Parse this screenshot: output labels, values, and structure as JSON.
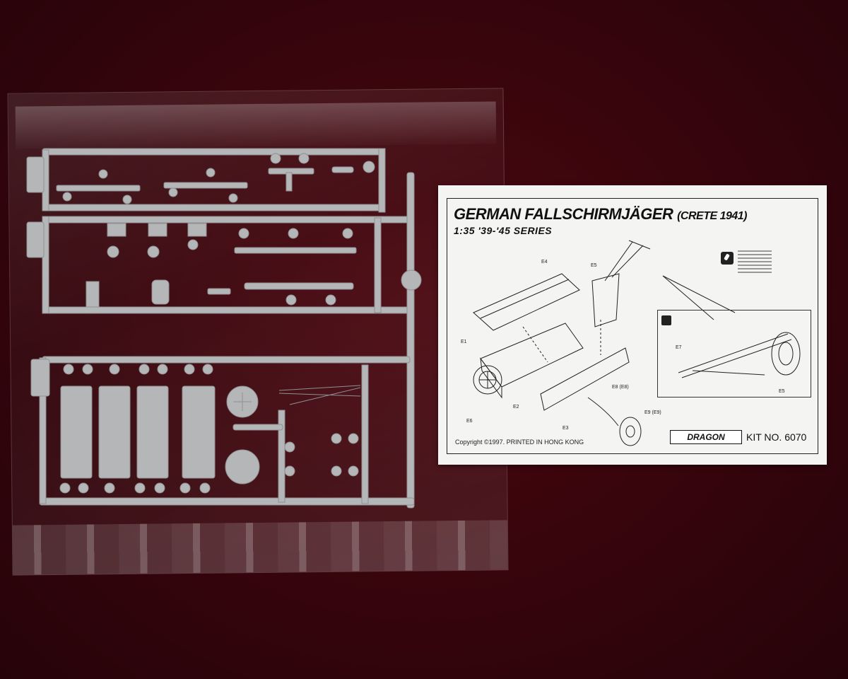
{
  "sheet": {
    "title": "GERMAN FALLSCHIRMJÄGER",
    "title_suffix": "(CRETE 1941)",
    "series": "1:35 '39-'45 SERIES",
    "copyright": "Copyright ©1997. PRINTED IN HONG KONG",
    "brand": "DRAGON",
    "kit_number": "KIT NO. 6070",
    "part_labels": {
      "e1": "E1",
      "e2": "E2",
      "e3": "E3",
      "e4": "E4",
      "e5": "E5",
      "e6": "E6",
      "e7": "E7",
      "e8": "E8 (E8)",
      "e9": "E9 (E9)",
      "e5b": "E5"
    }
  },
  "colors": {
    "background": "#3a050c",
    "sprue": "#b4b6b8",
    "sheet": "#f4f4f2"
  }
}
